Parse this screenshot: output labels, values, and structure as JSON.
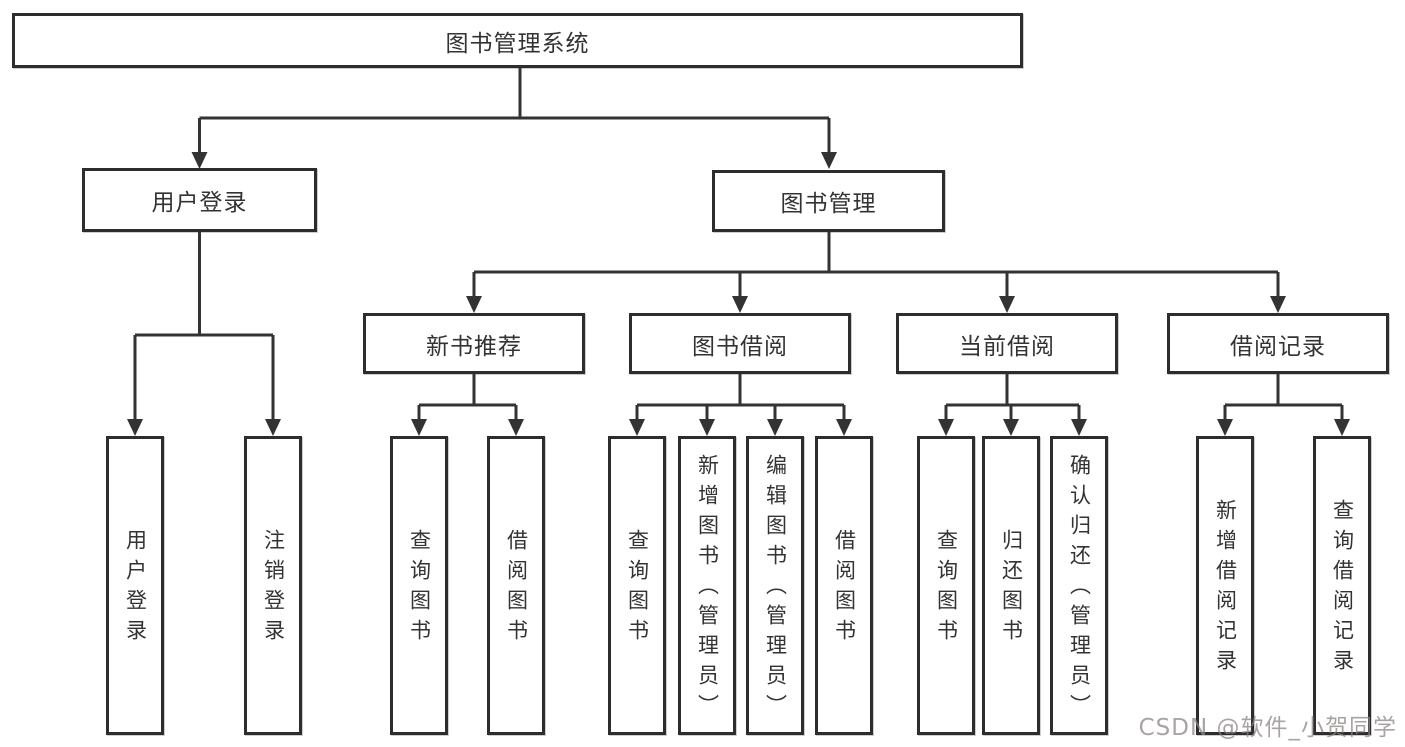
{
  "colors": {
    "line": "#333333",
    "border": "#2d2d2d",
    "text": "#333333",
    "watermark": "rgba(140,132,132,0.75)"
  },
  "tree": {
    "label": "图书管理系统",
    "children": [
      {
        "label": "用户登录",
        "children": [
          {
            "label": "用户登录"
          },
          {
            "label": "注销登录"
          }
        ]
      },
      {
        "label": "图书管理",
        "children": [
          {
            "label": "新书推荐",
            "children": [
              {
                "label": "查询图书"
              },
              {
                "label": "借阅图书"
              }
            ]
          },
          {
            "label": "图书借阅",
            "children": [
              {
                "label": "查询图书"
              },
              {
                "label": "新增图书（管理员）"
              },
              {
                "label": "编辑图书（管理员）"
              },
              {
                "label": "借阅图书"
              }
            ]
          },
          {
            "label": "当前借阅",
            "children": [
              {
                "label": "查询图书"
              },
              {
                "label": "归还图书"
              },
              {
                "label": "确认归还（管理员）"
              }
            ]
          },
          {
            "label": "借阅记录",
            "children": [
              {
                "label": "新增借阅记录"
              },
              {
                "label": "查询借阅记录"
              }
            ]
          }
        ]
      }
    ]
  },
  "watermark": {
    "text": "CSDN @软件_小贺同学"
  }
}
